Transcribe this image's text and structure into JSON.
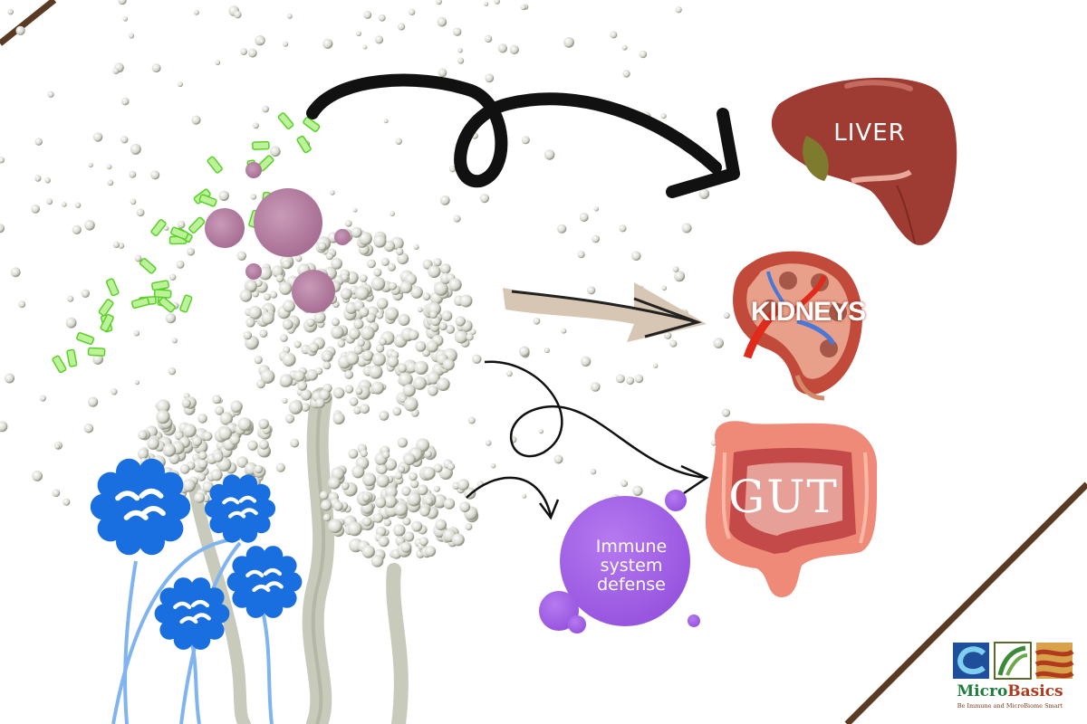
{
  "organs": {
    "liver": {
      "label": "LIVER",
      "color": "#9e3b32"
    },
    "kidneys": {
      "label": "KIDNEYS",
      "color": "#c24a3a"
    },
    "gut": {
      "label": "GUT",
      "color": "#f08a78"
    }
  },
  "immune": {
    "lines": [
      "Immune",
      "system",
      "defense"
    ],
    "color": "#a865e8"
  },
  "logo": {
    "name_part1": "Micro",
    "name_part2": "Basics",
    "tagline": "Be Immune and MicroBiome Smart"
  },
  "colors": {
    "spore": "#e6e8e2",
    "mold": "#b8bba8",
    "pink_spore": "#b67ea4",
    "green_toxin": "#7de34a",
    "blue_cell": "#1a6fe0",
    "corner_stripe": "#5a3a22"
  },
  "icons": [
    "mold-icon",
    "spore-icon",
    "blue-cell-icon",
    "toxin-icon",
    "arrow-icon"
  ]
}
